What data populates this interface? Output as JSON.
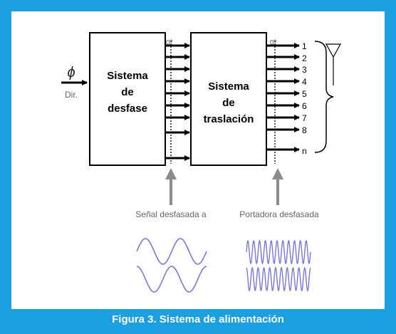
{
  "diagram": {
    "input_symbol": "ϕ",
    "input_label": "Dir.",
    "block1_label": [
      "Sistema",
      "de",
      "desfase"
    ],
    "block2_label": [
      "Sistema",
      "de",
      "traslación"
    ],
    "phase_marker_1": "0º",
    "phase_marker_2": "0º",
    "outputs": [
      "1",
      "2",
      "3",
      "4",
      "5",
      "6",
      "7",
      "8",
      "n"
    ],
    "label_left": "Señal desfasada a",
    "label_right": "Portadora desfasada",
    "colors": {
      "frame": "#1aa0e0",
      "block_border": "#000000",
      "arrow": "#000000",
      "dotted_line": "#555555",
      "up_arrow": "#8c8c8c",
      "wave": "#7777dd",
      "gray_text": "#666666"
    }
  },
  "caption": "Figura 3. Sistema de alimentación"
}
